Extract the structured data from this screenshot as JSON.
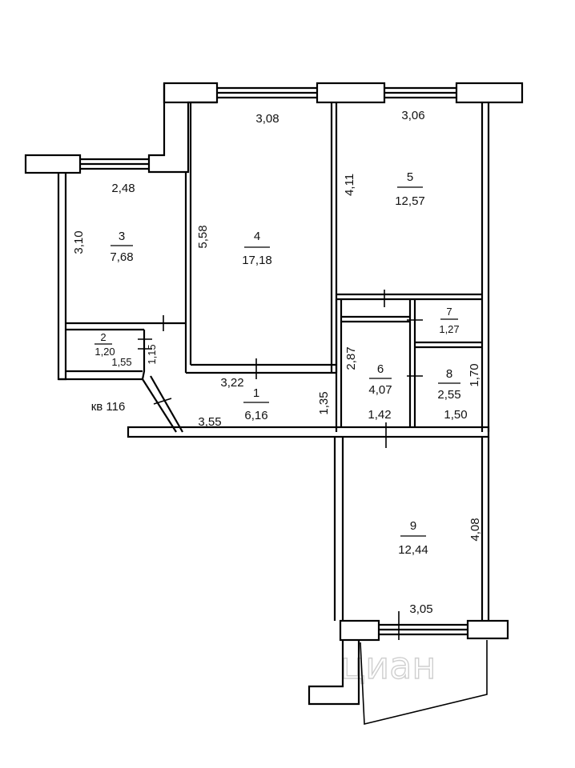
{
  "apartment_label": "кв 116",
  "watermark": "циан",
  "rooms": [
    {
      "id": "room-1",
      "number": "1",
      "area": "6,16"
    },
    {
      "id": "room-2",
      "number": "2",
      "area": "1,20"
    },
    {
      "id": "room-3",
      "number": "3",
      "area": "7,68"
    },
    {
      "id": "room-4",
      "number": "4",
      "area": "17,18"
    },
    {
      "id": "room-5",
      "number": "5",
      "area": "12,57"
    },
    {
      "id": "room-6",
      "number": "6",
      "area": "4,07"
    },
    {
      "id": "room-7",
      "number": "7",
      "area": "1,27"
    },
    {
      "id": "room-8",
      "number": "8",
      "area": "2,55"
    },
    {
      "id": "room-9",
      "number": "9",
      "area": "12,44"
    }
  ],
  "dimensions": {
    "room3_top": "2,48",
    "room3_side": "3,10",
    "room4_top": "3,08",
    "room4_side": "5,58",
    "room4_bottom": "3,22",
    "room5_top": "3,06",
    "room5_side": "4,11",
    "room2_width": "1,55",
    "room2_side": "1,15",
    "hall_side": "1,35",
    "hall_bottom": "3,55",
    "room6_side": "2,87",
    "room6_bottom": "1,42",
    "room8_side": "1,70",
    "room8_bottom": "1,50",
    "room9_side": "4,08",
    "room9_top": "3,05"
  },
  "colors": {
    "wall": "#000000",
    "line": "#111111",
    "background": "#ffffff"
  }
}
